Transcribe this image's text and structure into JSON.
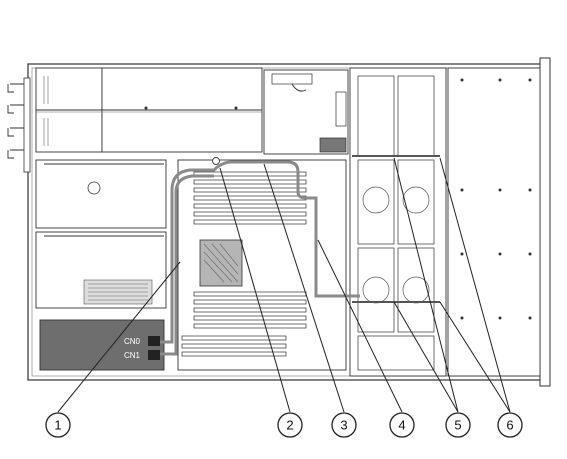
{
  "diagram": {
    "connectors": [
      {
        "id": "cn0",
        "label": "CN0"
      },
      {
        "id": "cn1",
        "label": "CN1"
      }
    ],
    "callouts": [
      {
        "id": "callout-1",
        "label": "1"
      },
      {
        "id": "callout-2",
        "label": "2"
      },
      {
        "id": "callout-3",
        "label": "3"
      },
      {
        "id": "callout-4",
        "label": "4"
      },
      {
        "id": "callout-5",
        "label": "5"
      },
      {
        "id": "callout-6",
        "label": "6"
      }
    ],
    "colors": {
      "line": "#333333",
      "cable": "#8a8a8a",
      "board_fill": "#ffffff",
      "heatsink": "#b5b5b5",
      "connector_block": "#6e6e6e"
    }
  }
}
